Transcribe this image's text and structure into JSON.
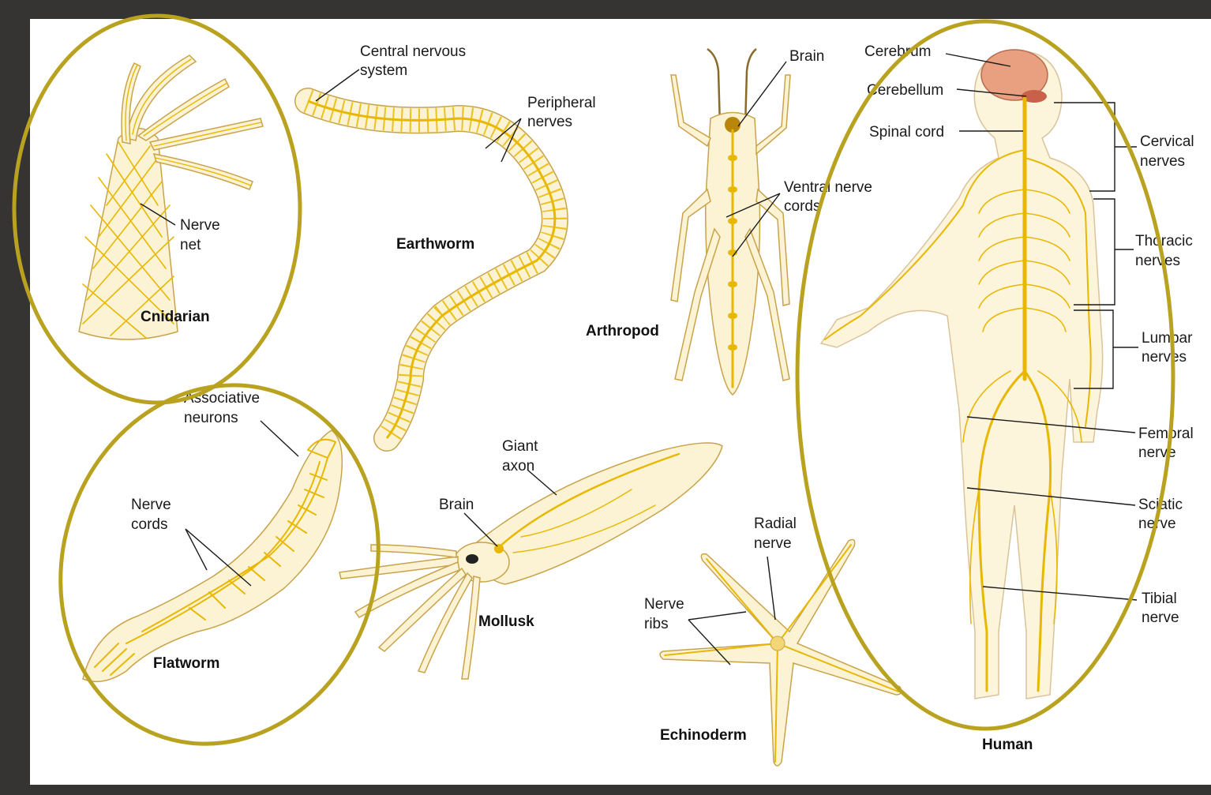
{
  "colors": {
    "frame": "#363432",
    "panel": "#ffffff",
    "circle_outline": "#b9a21f",
    "nerve": "#e8b800",
    "body_fill": "#fbf3d4",
    "brain": "#e8a080"
  },
  "organisms": {
    "cnidarian": {
      "name": "Cnidarian",
      "nerve_net": [
        "Nerve",
        "net"
      ]
    },
    "earthworm": {
      "name": "Earthworm",
      "cns": [
        "Central nervous",
        "system"
      ],
      "peripheral": [
        "Peripheral",
        "nerves"
      ]
    },
    "arthropod": {
      "name": "Arthropod",
      "brain": "Brain",
      "ventral": [
        "Ventral nerve",
        "cords"
      ]
    },
    "flatworm": {
      "name": "Flatworm",
      "associative": [
        "Associative",
        "neurons"
      ],
      "nerve_cords": [
        "Nerve",
        "cords"
      ]
    },
    "mollusk": {
      "name": "Mollusk",
      "giant_axon": [
        "Giant",
        "axon"
      ],
      "brain": "Brain"
    },
    "echinoderm": {
      "name": "Echinoderm",
      "radial": [
        "Radial",
        "nerve"
      ],
      "ribs": [
        "Nerve",
        "ribs"
      ]
    },
    "human": {
      "name": "Human",
      "cerebrum": "Cerebrum",
      "cerebellum": "Cerebellum",
      "spinal_cord": "Spinal cord",
      "cervical": [
        "Cervical",
        "nerves"
      ],
      "thoracic": [
        "Thoracic",
        "nerves"
      ],
      "lumbar": [
        "Lumbar",
        "nerves"
      ],
      "femoral": [
        "Femoral",
        "nerve"
      ],
      "sciatic": [
        "Sciatic",
        "nerve"
      ],
      "tibial": [
        "Tibial",
        "nerve"
      ]
    }
  }
}
